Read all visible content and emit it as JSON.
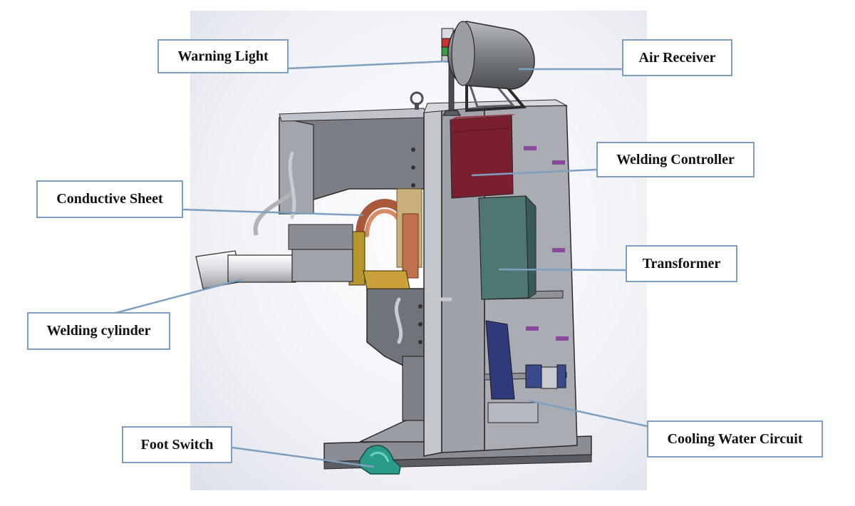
{
  "labels": {
    "warning_light": "Warning Light",
    "air_receiver": "Air Receiver",
    "welding_controller": "Welding Controller",
    "conductive_sheet": "Conductive Sheet",
    "transformer": "Transformer",
    "welding_cylinder": "Welding cylinder",
    "foot_switch": "Foot Switch",
    "cooling_water_circuit": "Cooling Water Circuit"
  },
  "colors": {
    "leader_line": "#7f9fbf",
    "callout_border": "#7f9fbf",
    "machine_frame": "#8d9098",
    "welding_controller": "#7a1f2e",
    "transformer": "#4e7774",
    "conductive_sheet": "#c0704e",
    "air_receiver": "#7a7d82",
    "foot_switch": "#2a9a8a",
    "cooling_water_circuit": "#3a4a8a",
    "background_panel": "#e8eaf0"
  }
}
